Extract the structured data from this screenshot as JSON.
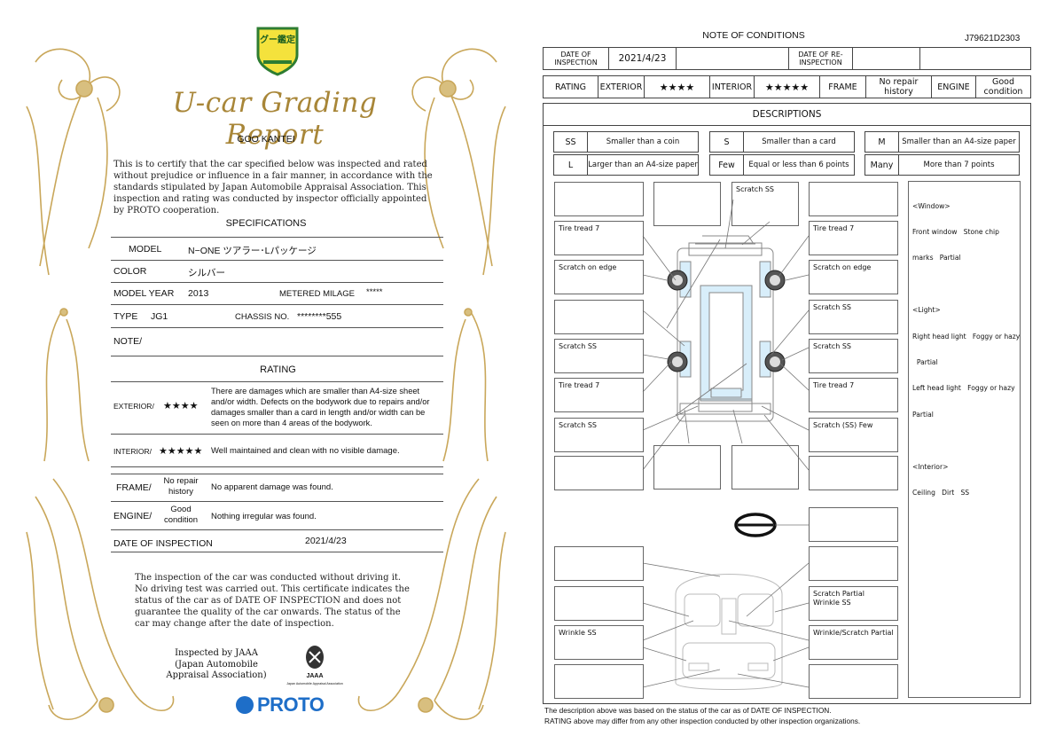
{
  "report": {
    "badge_text": "グー鑑定",
    "title": "U-car Grading Report",
    "subtitle": "GOO KANTEI",
    "certificate": "This is to certify that the car specified below was inspected and rated without prejudice or influence in a fair manner, in accordance with the standards stipulated by Japan Automobile Appraisal Association. This inspection and rating was conducted by inspector officially appointed by PROTO cooperation.",
    "specs_heading": "SPECIFICATIONS",
    "specs": {
      "model_label": "MODEL",
      "model_value": "N−ONE ツアラー･Lパッケージ",
      "color_label": "COLOR",
      "color_value": "シルバー",
      "year_label": "MODEL YEAR",
      "year_value": "2013",
      "milage_label": "METERED MILAGE",
      "milage_value": "*****",
      "type_label": "TYPE",
      "type_value": "JG1",
      "chassis_label": "CHASSIS NO.",
      "chassis_value": "********555",
      "note_label": "NOTE/"
    },
    "rating_heading": "RATING",
    "rating": {
      "exterior_label": "EXTERIOR/",
      "exterior_stars": "★★★★",
      "exterior_desc": "There are damages which are smaller than A4-size sheet and/or width. Defects on the bodywork due to repairs and/or damages smaller than a card in length and/or width can be seen on more than 4 areas of the bodywork.",
      "interior_label": "INTERIOR/",
      "interior_stars": "★★★★★",
      "interior_desc": "Well maintained and clean with no visible damage.",
      "frame_label": "FRAME/",
      "frame_value": "No repair history",
      "frame_desc": "No apparent damage was found.",
      "engine_label": "ENGINE/",
      "engine_value": "Good condition",
      "engine_desc": "Nothing irregular was found.",
      "date_label": "DATE OF INSPECTION",
      "date_value": "2021/4/23"
    },
    "footer_note": "The inspection of the car was conducted without driving it. No driving test was carried out. This certificate indicates the status of the car as of DATE OF INSPECTION and does not guarantee the quality of the car onwards. The status of the car may change after the date of inspection.",
    "inspected_by": [
      "Inspected by JAAA",
      "(Japan Automobile",
      "Appraisal Association)"
    ],
    "jaaa_logo": "JAAA",
    "jaaa_caption": "Japan Automobile Appraisal Association",
    "proto_logo": "PROTO"
  },
  "notes": {
    "title": "NOTE OF CONDITIONS",
    "ref": "J79621D2303",
    "date_inspection_label": "DATE OF INSPECTION",
    "date_inspection_value": "2021/4/23",
    "date_reinspection_label": "DATE OF RE-INSPECTION",
    "rating_label": "RATING",
    "exterior_label": "EXTERIOR",
    "exterior_value": "★★★★",
    "interior_label": "INTERIOR",
    "interior_value": "★★★★★",
    "frame_label": "FRAME",
    "frame_value": "No repair history",
    "engine_label": "ENGINE",
    "engine_value": "Good condition",
    "descriptions_heading": "DESCRIPTIONS",
    "legend": [
      {
        "code": "SS",
        "text": "Smaller than a coin"
      },
      {
        "code": "S",
        "text": "Smaller than a card"
      },
      {
        "code": "M",
        "text": "Smaller than an A4-size paper"
      },
      {
        "code": "L",
        "text": "Larger than an A4-size paper"
      },
      {
        "code": "Few",
        "text": "Equal or less than 6 points"
      },
      {
        "code": "Many",
        "text": "More than 7 points"
      }
    ],
    "damage": {
      "top_center": "Scratch  SS",
      "l1": "Tire tread  7",
      "l2": "Scratch on edge",
      "l4": "Scratch  SS",
      "l5": "Tire tread  7",
      "l6": "Scratch  SS",
      "r1": "Tire tread  7",
      "r2": "Scratch on edge",
      "r3": "Scratch  SS",
      "r4": "Scratch  SS",
      "r5": "Tire tread  7",
      "r6": "Scratch (SS)  Few",
      "int_r2_a": "Scratch  Partial",
      "int_r2_b": "Wrinkle  SS",
      "int_l3": "Wrinkle  SS",
      "int_r3": "Wrinkle/Scratch  Partial"
    },
    "side_notes": [
      "<Window>",
      "Front window   Stone chip",
      "marks   Partial",
      "",
      "<Light>",
      "Right head light   Foggy or hazy",
      "  Partial",
      "Left head light   Foggy or hazy",
      "Partial",
      "",
      "<Interior>",
      "Ceiling   Dirt   SS"
    ],
    "footer": [
      "The description above was based on the status of the car as of  DATE OF INSPECTION.",
      "RATING above may differ from any other inspection conducted by other inspection organizations."
    ]
  }
}
